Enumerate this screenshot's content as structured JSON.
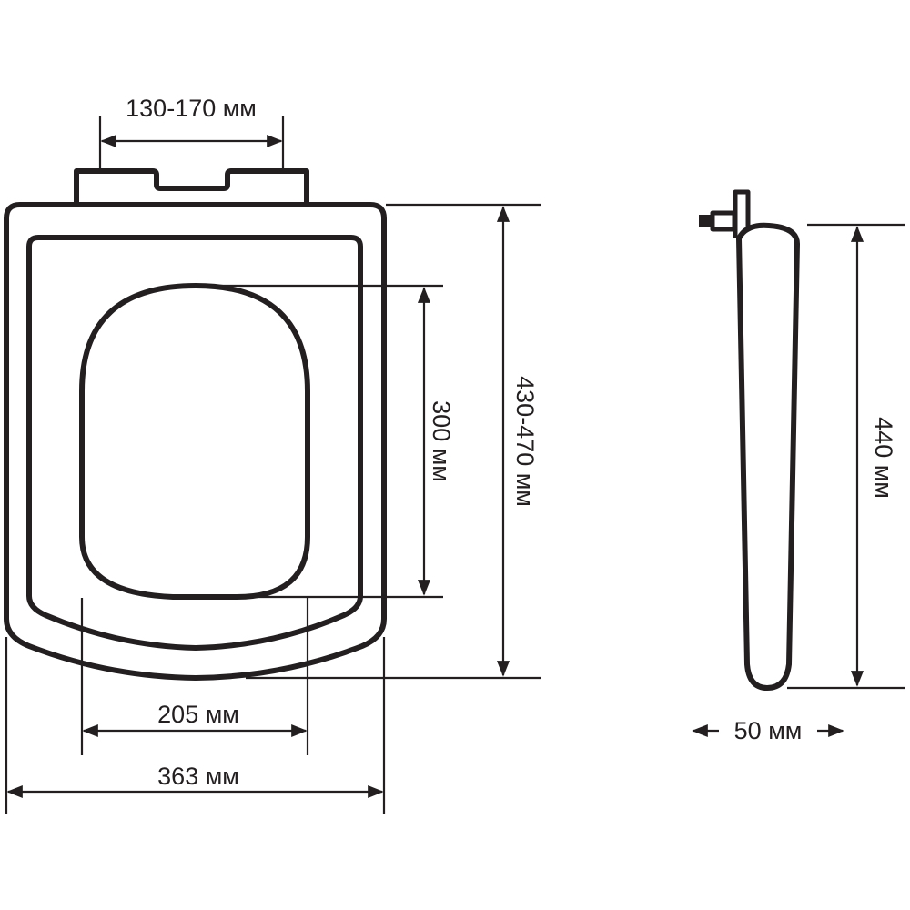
{
  "diagram": {
    "colors": {
      "line": "#231f20",
      "background": "#ffffff"
    },
    "front_view": {
      "hinge_spacing_label": "130-170 мм",
      "seat_length_label": "430-470 мм",
      "opening_length_label": "300 мм",
      "opening_width_label": "205 мм",
      "seat_width_label": "363 мм"
    },
    "side_view": {
      "height_label": "440 мм",
      "thickness_label": "50 мм"
    }
  }
}
